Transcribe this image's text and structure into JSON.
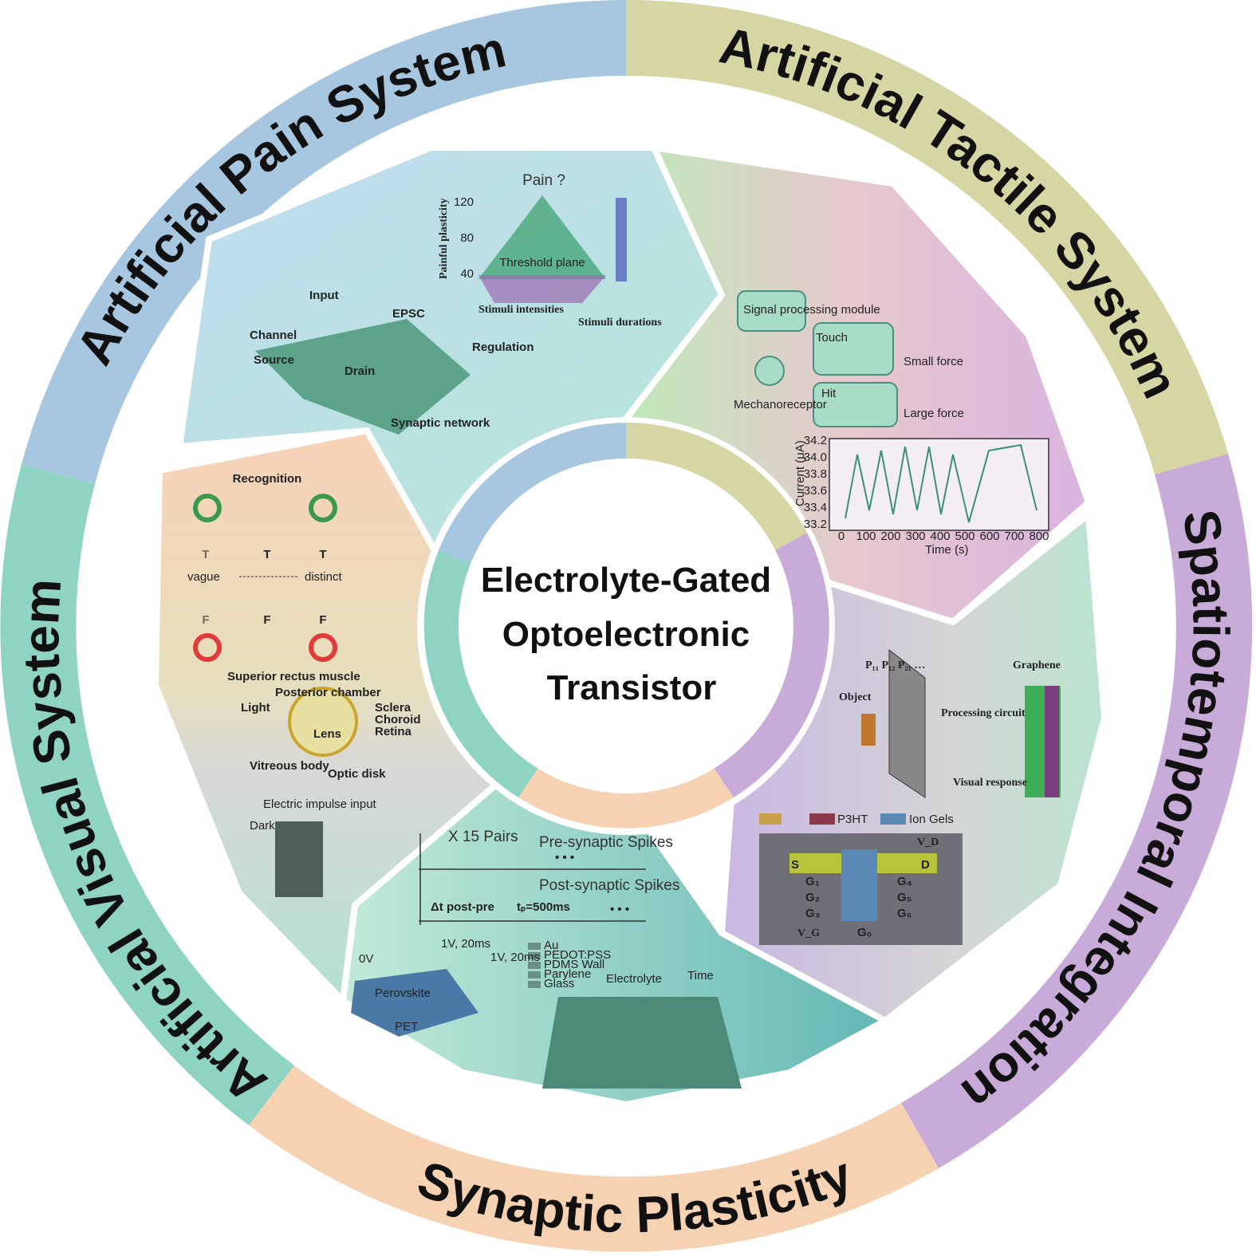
{
  "center": {
    "line1": "Electrolyte-Gated",
    "line2": "Optoelectronic",
    "line3": "Transistor"
  },
  "ring": {
    "pain": {
      "label": "Artificial Pain System",
      "color": "#a7c6e0"
    },
    "tactile": {
      "label": "Artificial Tactile System",
      "color": "#d6d5a4"
    },
    "spatiotemporal": {
      "label": "Spatiotemporal Integration",
      "color": "#c9abd9"
    },
    "synaptic": {
      "label": "Synaptic Plasticity",
      "color": "#f6d2b2"
    },
    "visual": {
      "label": "Artificial Visual System",
      "color": "#8fd4c3"
    }
  },
  "panels": {
    "pain": {
      "title": "Pain ?",
      "threshold": "Threshold plane",
      "yaxis": "Painful plasticity",
      "ticks": [
        "120",
        "80",
        "40"
      ],
      "xaxis1": "Stimuli intensities",
      "xaxis2": "Stimuli durations",
      "input": "Input",
      "epsc": "EPSC",
      "channel": "Channel",
      "source": "Source",
      "drain": "Drain",
      "regulation": "Regulation",
      "synaptic_network": "Synaptic network"
    },
    "tactile": {
      "touch": "Touch",
      "hit": "Hit",
      "small_force": "Small force",
      "large_force": "Large force",
      "mechanoreceptor": "Mechanoreceptor",
      "processing": "Signal processing module",
      "chart_ylabel": "Current (μA)",
      "chart_xlabel": "Time (s)",
      "x_ticks": [
        "0",
        "100",
        "200",
        "300",
        "400",
        "500",
        "600",
        "700",
        "800"
      ],
      "y_ticks": [
        "34.2",
        "34.0",
        "33.8",
        "33.6",
        "33.4",
        "33.2"
      ]
    },
    "spatiotemporal": {
      "object": "Object",
      "processing_circuit": "Processing circuit",
      "graphene": "Graphene",
      "visual_response": "Visual response",
      "p_labels": "P₁₁ P₁₂ P₂₁ …",
      "legend_p3ht": "P3HT",
      "legend_ion_gels": "Ion Gels",
      "gates": [
        "G₁",
        "G₂",
        "G₃",
        "G₄",
        "G₅",
        "G₆",
        "G₀"
      ],
      "s": "S",
      "d": "D",
      "vd": "V_D",
      "vg": "V_G"
    },
    "synaptic": {
      "pairs": "X 15 Pairs",
      "pre": "Pre-synaptic Spikes",
      "post": "Post-synaptic Spikes",
      "dt": "Δt post-pre",
      "tp": "tₚ=500ms",
      "dots": "• • •",
      "layers": [
        "Au",
        "PEDOT:PSS",
        "PDMS Wall",
        "Parylene",
        "Glass"
      ],
      "electrolyte": "Electrolyte",
      "pet": "PET",
      "time": "Time",
      "zero_v": "0V",
      "pulse1": "1V, 20ms",
      "pulse2": "1V, 20ms",
      "perovskite": "Perovskite"
    },
    "visual": {
      "recognition": "Recognition",
      "vague": "vague",
      "distinct": "distinct",
      "letters": [
        "T",
        "T",
        "T",
        "F",
        "F",
        "F"
      ],
      "muscle": "Superior rectus muscle",
      "light": "Light",
      "posterior": "Posterior chamber",
      "lens": "Lens",
      "sclera": "Sclera",
      "choroid": "Choroid",
      "retina": "Retina",
      "vitreous": "Vitreous body",
      "optic": "Optic disk",
      "dark": "Dark",
      "impulse": "Electric impulse input"
    }
  }
}
